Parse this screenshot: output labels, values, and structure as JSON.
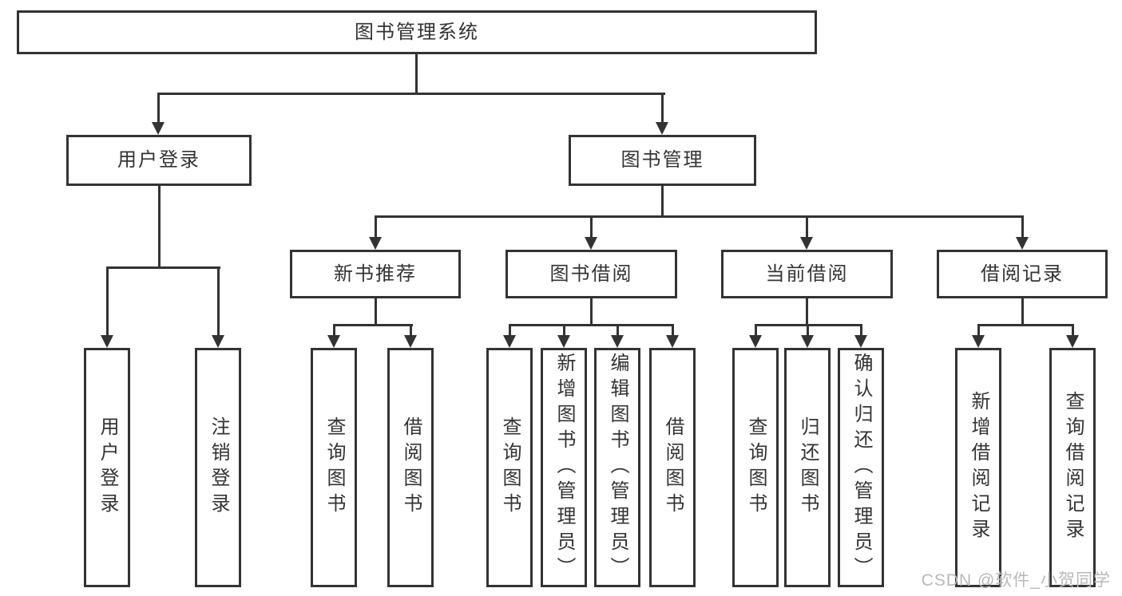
{
  "tree": {
    "root": {
      "label": "图书管理系统",
      "children": [
        {
          "label": "用户登录",
          "children": [
            {
              "label": "用户登录"
            },
            {
              "label": "注销登录"
            }
          ]
        },
        {
          "label": "图书管理",
          "children": [
            {
              "label": "新书推荐",
              "children": [
                {
                  "label": "查询图书"
                },
                {
                  "label": "借阅图书"
                }
              ]
            },
            {
              "label": "图书借阅",
              "children": [
                {
                  "label": "查询图书"
                },
                {
                  "label": "新增图书（管理员）"
                },
                {
                  "label": "编辑图书（管理员）"
                },
                {
                  "label": "借阅图书"
                }
              ]
            },
            {
              "label": "当前借阅",
              "children": [
                {
                  "label": "查询图书"
                },
                {
                  "label": "归还图书"
                },
                {
                  "label": "确认归还（管理员）"
                }
              ]
            },
            {
              "label": "借阅记录",
              "children": [
                {
                  "label": "新增借阅记录"
                },
                {
                  "label": "查询借阅记录"
                }
              ]
            }
          ]
        }
      ]
    }
  },
  "watermark": {
    "text": "CSDN @软件_小贺同学"
  },
  "colors": {
    "line": "#333333",
    "text": "#333333",
    "background": "#ffffff",
    "watermark": "#b8b8b8"
  }
}
